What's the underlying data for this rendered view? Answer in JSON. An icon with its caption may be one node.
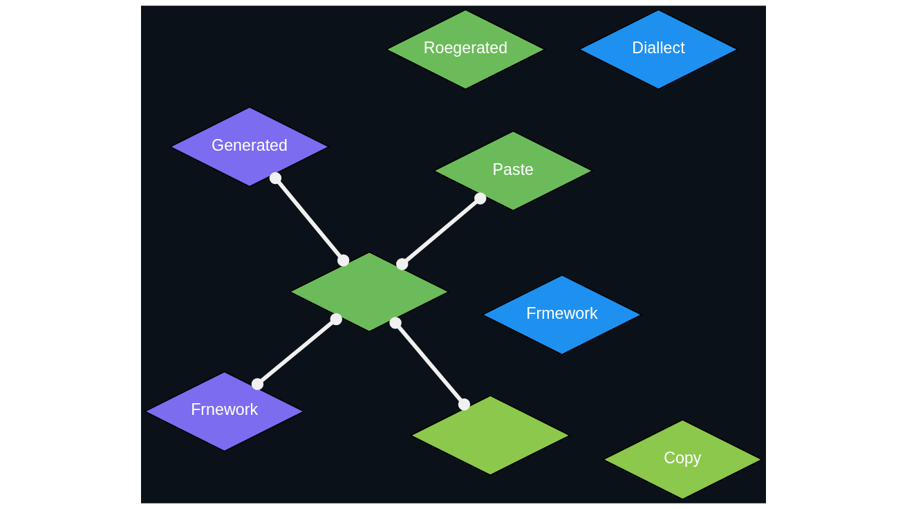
{
  "diagram": {
    "nodes": [
      {
        "text": [
          "Frmework"
        ]
      },
      {
        "text": [
          "Frnework"
        ]
      },
      {
        "text": [],
        "shape": "diamond"
      },
      {
        "text": [],
        "shape": "diamond"
      },
      {
        "text": [
          "Diallect"
        ]
      },
      {
        "text": [
          "Roegerated"
        ]
      },
      {
        "text": [
          "Generated"
        ]
      },
      {
        "text": [
          "Paste"
        ]
      },
      {
        "text": [
          "Copy"
        ]
      }
    ],
    "edges": [
      {
        "from": 3,
        "to": 2,
        "arrow": "other"
      },
      {
        "from": 3,
        "to": 1,
        "arrow": "other"
      },
      {
        "from": 3,
        "to": 6,
        "arrow": "other"
      },
      {
        "from": 3,
        "to": 7,
        "arrow": "other"
      }
    ]
  }
}
